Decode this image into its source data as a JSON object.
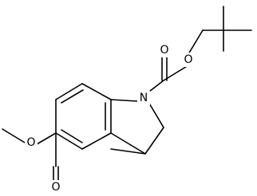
{
  "structure": {
    "atoms": {
      "n1": "N",
      "o_carbonyl_boc": "O",
      "o_ester_boc": "O",
      "o_ester_methyl": "O",
      "o_carbonyl_methyl": "O"
    }
  }
}
